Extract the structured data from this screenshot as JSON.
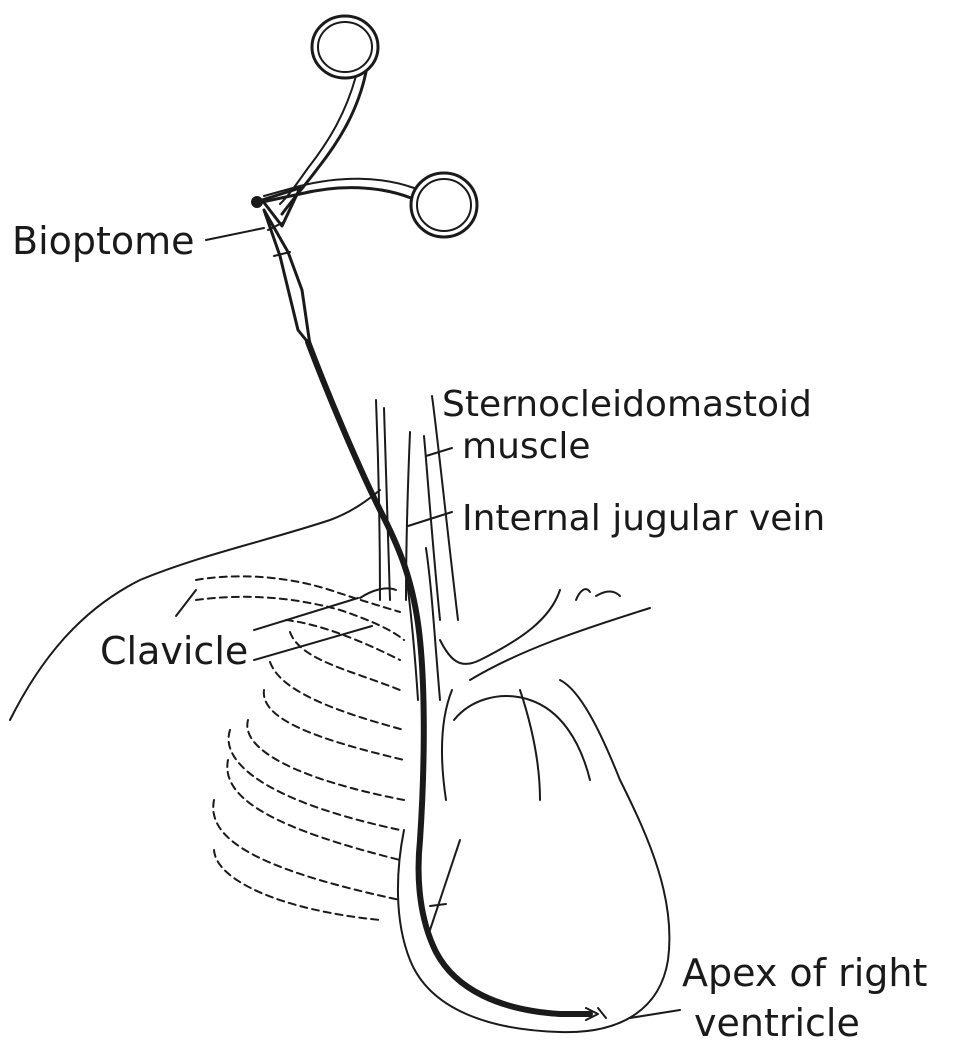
{
  "diagram": {
    "labels": {
      "bioptome": "Bioptome",
      "scm_line1": "Sternocleidomastoid",
      "scm_line2": "muscle",
      "ijv": "Internal jugular vein",
      "clavicle": "Clavicle",
      "apex_line1": "Apex of right",
      "apex_line2": "ventricle"
    },
    "colors": {
      "ink": "#1a1a1a",
      "background": "#ffffff"
    }
  }
}
